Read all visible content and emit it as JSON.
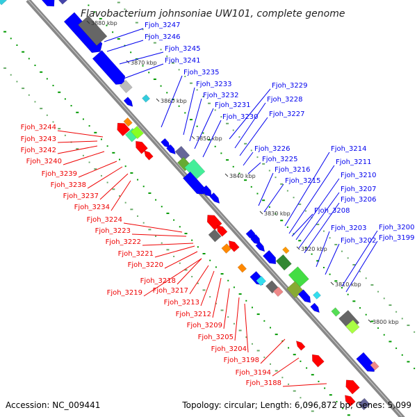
{
  "title": "Flavobacterium johnsoniae UW101, complete genome",
  "footer": {
    "accession": "Accession: NC_009441",
    "summary": "Topology: circular; Length: 6,096,872 bp; Genes: 5,099"
  },
  "colors": {
    "forward_label": "#0000ee",
    "reverse_label": "#ee0000",
    "backbone": "#888888",
    "forward_gene": "#0000ff",
    "reverse_gene": "#ff0000",
    "gc_dots": "#009900"
  },
  "kbp_ticks": [
    "3880 kbp",
    "3870 kbp",
    "3860 kbp",
    "3850 kbp",
    "3840 kbp",
    "3830 kbp",
    "3820 kbp",
    "3810 kbp",
    "3800 kbp"
  ],
  "forward_genes": [
    "Fjoh_3247",
    "Fjoh_3246",
    "Fjoh_3245",
    "Fjoh_3241",
    "Fjoh_3235",
    "Fjoh_3233",
    "Fjoh_3232",
    "Fjoh_3231",
    "Fjoh_3230",
    "Fjoh_3229",
    "Fjoh_3228",
    "Fjoh_3227",
    "Fjoh_3226",
    "Fjoh_3225",
    "Fjoh_3216",
    "Fjoh_3215",
    "Fjoh_3214",
    "Fjoh_3211",
    "Fjoh_3210",
    "Fjoh_3207",
    "Fjoh_3206",
    "Fjoh_3208",
    "Fjoh_3203",
    "Fjoh_3202",
    "Fjoh_3200",
    "Fjoh_3199"
  ],
  "reverse_genes": [
    "Fjoh_3244",
    "Fjoh_3243",
    "Fjoh_3242",
    "Fjoh_3240",
    "Fjoh_3239",
    "Fjoh_3238",
    "Fjoh_3237",
    "Fjoh_3234",
    "Fjoh_3224",
    "Fjoh_3223",
    "Fjoh_3222",
    "Fjoh_3221",
    "Fjoh_3220",
    "Fjoh_3218",
    "Fjoh_3219",
    "Fjoh_3217",
    "Fjoh_3213",
    "Fjoh_3212",
    "Fjoh_3209",
    "Fjoh_3205",
    "Fjoh_3204",
    "Fjoh_3198",
    "Fjoh_3194",
    "Fjoh_3188"
  ]
}
